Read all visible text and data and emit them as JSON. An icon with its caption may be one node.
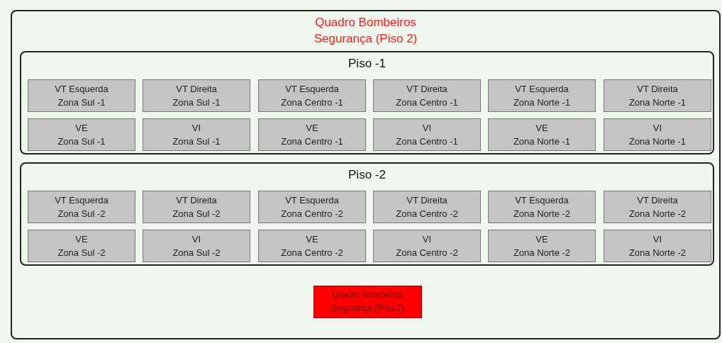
{
  "diagram": {
    "nodes": [
      {
        "text": [
          "Quadro Bombeiros Segurança (Piso 2)"
        ]
      },
      {
        "text": [
          "Piso -1"
        ],
        "in": 0
      },
      {
        "text": [
          "VT Esquerda",
          "Zona Sul -1"
        ],
        "in": 1
      },
      {
        "text": [
          "VT Direita",
          "Zona Sul -1"
        ],
        "in": 1
      },
      {
        "text": [
          "VT Esquerda",
          "Zona Centro -1"
        ],
        "in": 1
      },
      {
        "text": [
          "VT Direita",
          "Zona Centro -1"
        ],
        "in": 1
      },
      {
        "text": [
          "VT Esquerda",
          "Zona Norte -1"
        ],
        "in": 1
      },
      {
        "text": [
          "VT Direita",
          "Zona Norte -1"
        ],
        "in": 1
      },
      {
        "text": [
          "VE",
          "Zona Sul -1"
        ],
        "in": 1
      },
      {
        "text": [
          "VI",
          "Zona Sul -1"
        ],
        "in": 1
      },
      {
        "text": [
          "VE",
          "Zona Centro -1"
        ],
        "in": 1
      },
      {
        "text": [
          "VI",
          "Zona Centro -1"
        ],
        "in": 1
      },
      {
        "text": [
          "VE",
          "Zona Norte -1"
        ],
        "in": 1
      },
      {
        "text": [
          "VI",
          "Zona Norte -1"
        ],
        "in": 1
      },
      {
        "text": [
          "Piso -2"
        ],
        "in": 0
      },
      {
        "text": [
          "VT Esquerda",
          "Zona Sul -2"
        ],
        "in": 14
      },
      {
        "text": [
          "VT Direita",
          "Zona Sul -2"
        ],
        "in": 14
      },
      {
        "text": [
          "VT Esquerda",
          "Zona Centro -2"
        ],
        "in": 14
      },
      {
        "text": [
          "VT Direita",
          "Zona Centro -2"
        ],
        "in": 14
      },
      {
        "text": [
          "VT Esquerda",
          "Zona Norte -2"
        ],
        "in": 14
      },
      {
        "text": [
          "VT Direita",
          "Zona Norte -2"
        ],
        "in": 14
      },
      {
        "text": [
          "VE",
          "Zona Sul -2"
        ],
        "in": 14
      },
      {
        "text": [
          "VI",
          "Zona Sul -2"
        ],
        "in": 14
      },
      {
        "text": [
          "VE",
          "Zona Centro -2"
        ],
        "in": 14
      },
      {
        "text": [
          "VI",
          "Zona Centro -2"
        ],
        "in": 14
      },
      {
        "text": [
          "VE",
          "Zona Norte -2"
        ],
        "in": 14
      },
      {
        "text": [
          "VI",
          "Zona Norte -2"
        ],
        "in": 14
      },
      {
        "text": [
          "Quadro Bombeiros Segurança (Piso 2)"
        ],
        "in": 0
      }
    ]
  }
}
